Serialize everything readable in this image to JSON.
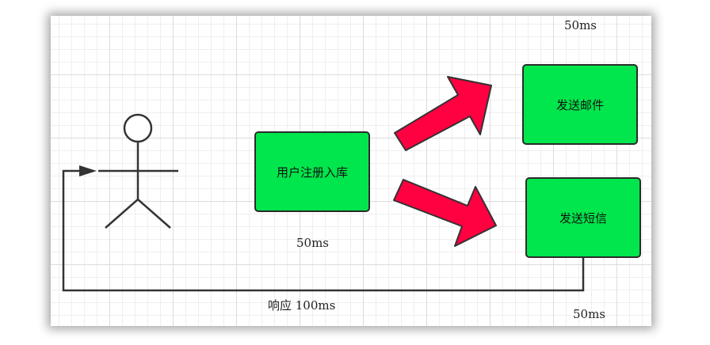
{
  "colors": {
    "box_fill": "#00e64c",
    "arrow_fill": "#ff0040",
    "line": "#333333"
  },
  "boxes": {
    "register": "用户注册入库",
    "email": "发送邮件",
    "sms": "发送短信"
  },
  "timings": {
    "email": "50ms",
    "register": "50ms",
    "sms": "50ms",
    "response": "响应 100ms"
  }
}
